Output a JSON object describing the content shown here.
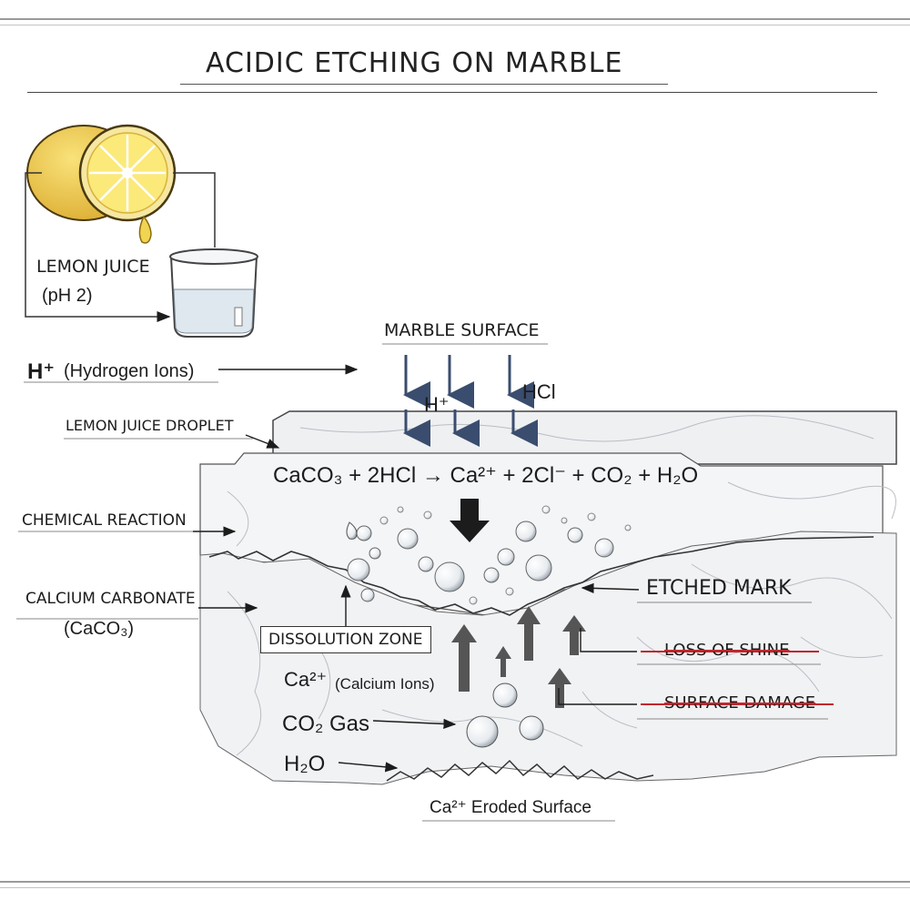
{
  "title": "ACIDIC ETCHING ON MARBLE",
  "labels": {
    "lemon_juice": "LEMON JUICE",
    "ph": "(pH 2)",
    "hydrogen_ions_symbol": "H⁺",
    "hydrogen_ions_text": "(Hydrogen Ions)",
    "marble_surface": "MARBLE SURFACE",
    "h_plus": "H⁺",
    "hcl": "HCl",
    "lemon_juice_droplet": "LEMON JUICE DROPLET",
    "equation": "CaCO₃ + 2HCl → Ca²⁺ + 2Cl⁻ + CO₂ + H₂O",
    "chemical_reaction": "CHEMICAL REACTION",
    "calcium_carbonate": "CALCIUM CARBONATE",
    "calcium_carbonate_formula": "(CaCO₃)",
    "dissolution_zone": "DISSOLUTION ZONE",
    "calcium_ions_symbol": "Ca²⁺",
    "calcium_ions_text": "(Calcium Ions)",
    "co2_gas": "CO₂ Gas",
    "h2o": "H₂O",
    "eroded_surface": "Ca²⁺ Eroded Surface",
    "etched_mark": "ETCHED MARK",
    "loss_of_shine": "LOSS OF SHINE",
    "surface_damage": "SURFACE DAMAGE"
  },
  "colors": {
    "ion_arrow": "#3a4d6e",
    "strike": "#c0272d",
    "lemon": "#f2d64b",
    "marble": "#eef0f2"
  }
}
